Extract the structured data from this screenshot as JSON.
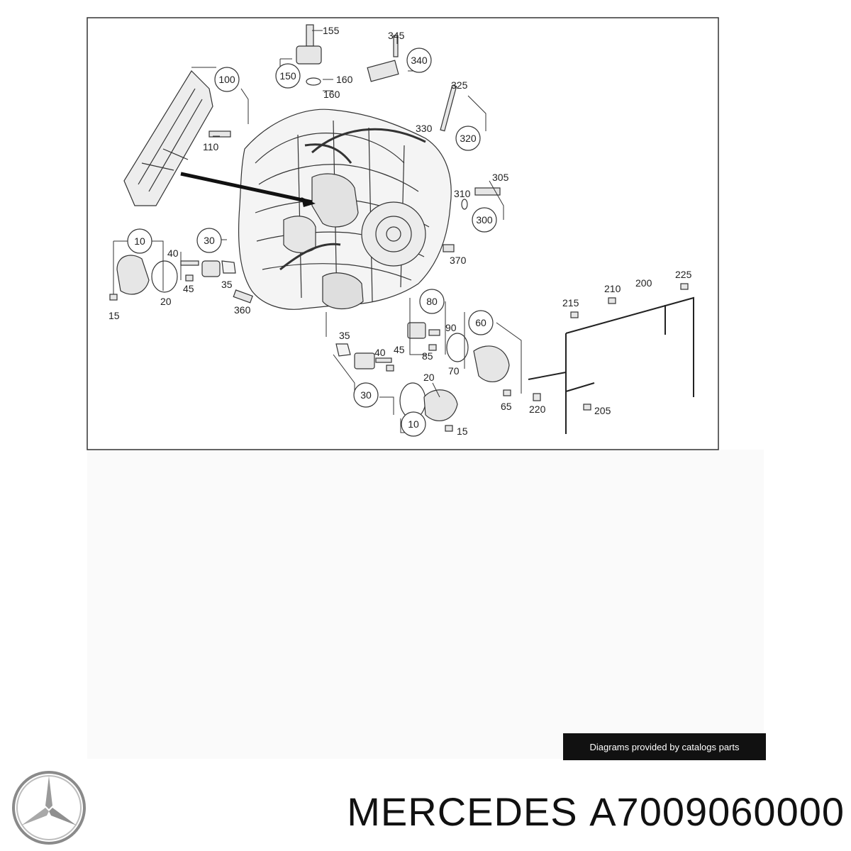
{
  "diagram": {
    "callouts": [
      "100",
      "150",
      "155",
      "160",
      "160",
      "345",
      "340",
      "325",
      "320",
      "330",
      "305",
      "310",
      "300",
      "370",
      "110",
      "10",
      "40",
      "30",
      "20",
      "15",
      "45",
      "35",
      "360",
      "80",
      "90",
      "85",
      "60",
      "70",
      "35",
      "40",
      "45",
      "30",
      "20",
      "10",
      "15",
      "65",
      "200",
      "225",
      "210",
      "215",
      "220",
      "205"
    ]
  },
  "credit": "Diagrams provided by catalogs parts",
  "brand": "MERCEDES",
  "part_number": "A7009060000",
  "logo_icon": "mercedes-star-icon"
}
